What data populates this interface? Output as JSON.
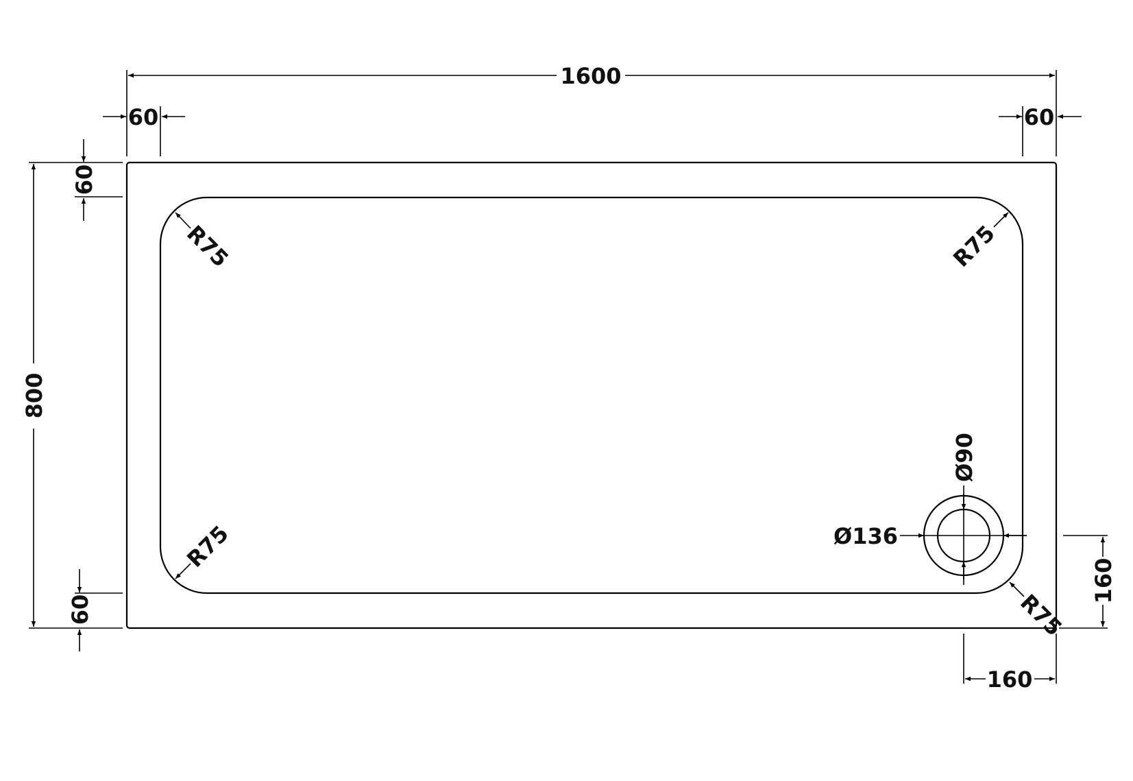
{
  "drawing": {
    "overall_length": "1600",
    "overall_width": "800",
    "rim_left": "60",
    "rim_right": "60",
    "rim_top": "60",
    "rim_bottom": "60",
    "corner_radius_tl": "R75",
    "corner_radius_tr": "R75",
    "corner_radius_bl": "R75",
    "corner_radius_br": "R75",
    "waste_outer_diameter": "Ø136",
    "waste_inner_diameter": "Ø90",
    "waste_offset_x": "160",
    "waste_offset_y": "160"
  },
  "colors": {
    "line": "#000000",
    "background": "#ffffff"
  }
}
